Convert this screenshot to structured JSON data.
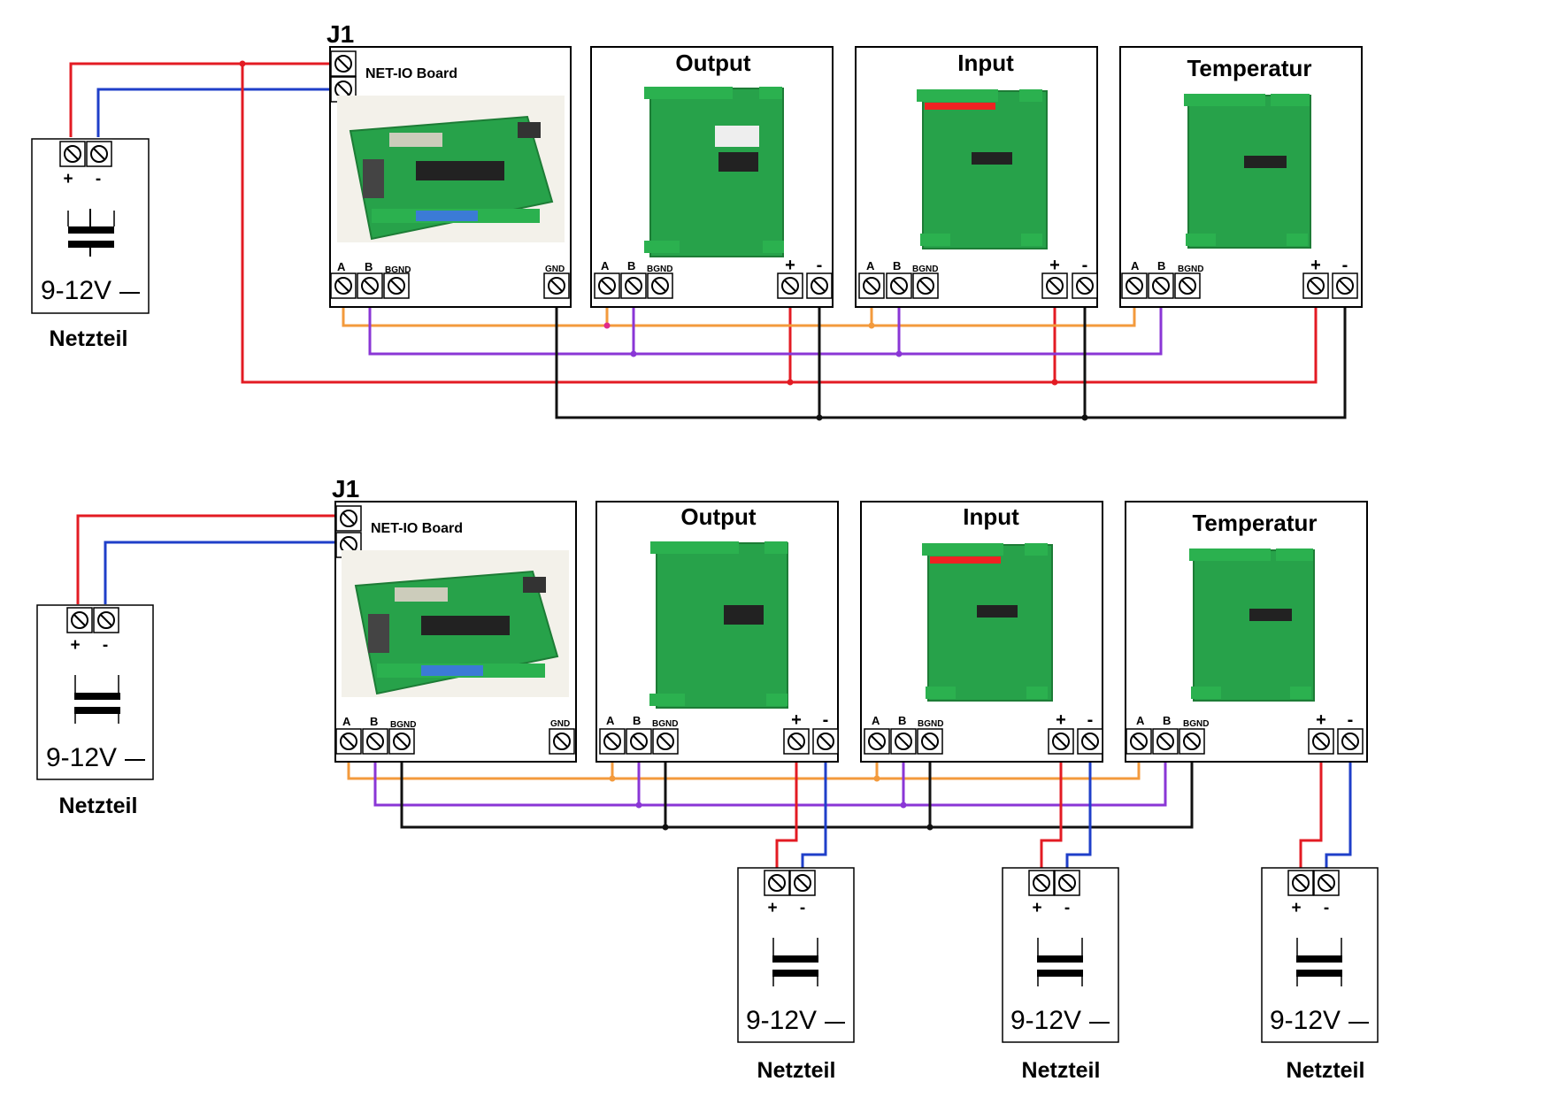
{
  "colors": {
    "plus_wire": "#e31b23",
    "minus_wire": "#1f3fc9",
    "bus_a": "#f39a3c",
    "bus_b": "#8a36d6",
    "gnd": "#111111",
    "pcb_green": "#27a24a",
    "pcb_dark": "#1d7c36"
  },
  "diagram_top": {
    "connector": "J1",
    "netio": {
      "label": "NET-IO Board",
      "terminals": [
        "A",
        "B",
        "BGND"
      ],
      "gnd_label": "GND"
    },
    "modules": [
      {
        "title": "Output",
        "terminals": [
          "A",
          "B",
          "BGND"
        ],
        "power": [
          "+",
          "-"
        ]
      },
      {
        "title": "Input",
        "terminals": [
          "A",
          "B",
          "BGND"
        ],
        "power": [
          "+",
          "-"
        ]
      },
      {
        "title": "Temperatur",
        "terminals": [
          "A",
          "B",
          "BGND"
        ],
        "power": [
          "+",
          "-"
        ]
      }
    ],
    "supply": {
      "plus": "+",
      "minus": "-",
      "voltage": "9-12V",
      "name": "Netzteil"
    }
  },
  "diagram_bottom": {
    "connector": "J1",
    "netio": {
      "label": "NET-IO Board",
      "terminals": [
        "A",
        "B",
        "BGND"
      ],
      "gnd_label": "GND"
    },
    "modules": [
      {
        "title": "Output",
        "terminals": [
          "A",
          "B",
          "BGND"
        ],
        "power": [
          "+",
          "-"
        ]
      },
      {
        "title": "Input",
        "terminals": [
          "A",
          "B",
          "BGND"
        ],
        "power": [
          "+",
          "-"
        ]
      },
      {
        "title": "Temperatur",
        "terminals": [
          "A",
          "B",
          "BGND"
        ],
        "power": [
          "+",
          "-"
        ]
      }
    ],
    "supplies": [
      {
        "plus": "+",
        "minus": "-",
        "voltage": "9-12V",
        "name": "Netzteil"
      },
      {
        "plus": "+",
        "minus": "-",
        "voltage": "9-12V",
        "name": "Netzteil"
      },
      {
        "plus": "+",
        "minus": "-",
        "voltage": "9-12V",
        "name": "Netzteil"
      },
      {
        "plus": "+",
        "minus": "-",
        "voltage": "9-12V",
        "name": "Netzteil"
      }
    ]
  }
}
